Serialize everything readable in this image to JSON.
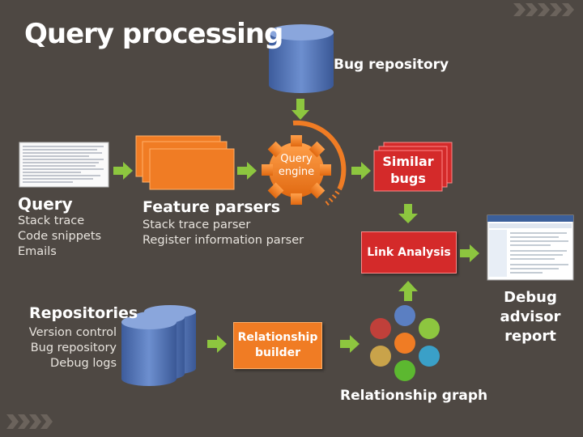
{
  "title": "Query processing",
  "bug_repository_label": "Bug repository",
  "query": {
    "heading": "Query",
    "items": [
      "Stack trace",
      "Code snippets",
      "Emails"
    ]
  },
  "feature_parsers": {
    "heading": "Feature parsers",
    "items": [
      "Stack trace parser",
      "Register information parser"
    ]
  },
  "query_engine": {
    "line1": "Query",
    "line2": "engine"
  },
  "similar_bugs": {
    "line1": "Similar",
    "line2": "bugs"
  },
  "link_analysis": "Link Analysis",
  "debug_advisor_report": {
    "line1": "Debug",
    "line2": "advisor",
    "line3": "report"
  },
  "repositories": {
    "heading": "Repositories",
    "items": [
      "Version control",
      "Bug repository",
      "Debug logs"
    ]
  },
  "relationship_builder": {
    "line1": "Relationship",
    "line2": "builder"
  },
  "relationship_graph": "Relationship graph",
  "colors": {
    "background": "#4e4843",
    "orange": "#f07c24",
    "red": "#d42a2a",
    "green_arrow": "#8dc63f",
    "blue_db": "#4d6fb0"
  }
}
